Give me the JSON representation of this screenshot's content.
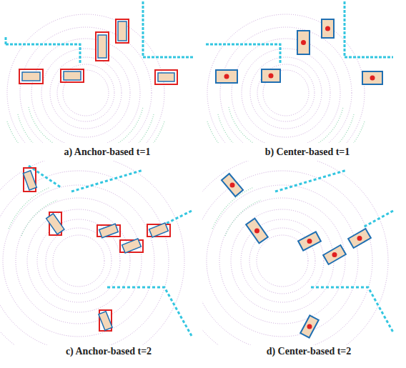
{
  "diagram": {
    "labels": [
      "a) Anchor-based t=1",
      "b) Center-based t=1",
      "c) Anchor-based t=2",
      "d) Center-based t=2"
    ]
  }
}
